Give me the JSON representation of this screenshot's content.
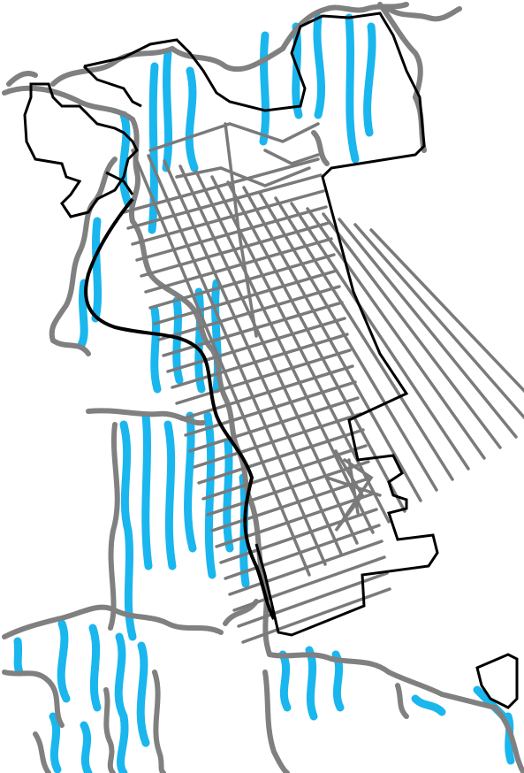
{
  "map": {
    "type": "street-map",
    "labels": [],
    "colors": {
      "background": "#ffffff",
      "water": "#1ab6ee",
      "shoreline": "#808080",
      "streets": "#7a7a7a",
      "boundary": "#000000"
    },
    "layers": [
      "water",
      "shoreline",
      "streets",
      "city-boundary"
    ]
  }
}
